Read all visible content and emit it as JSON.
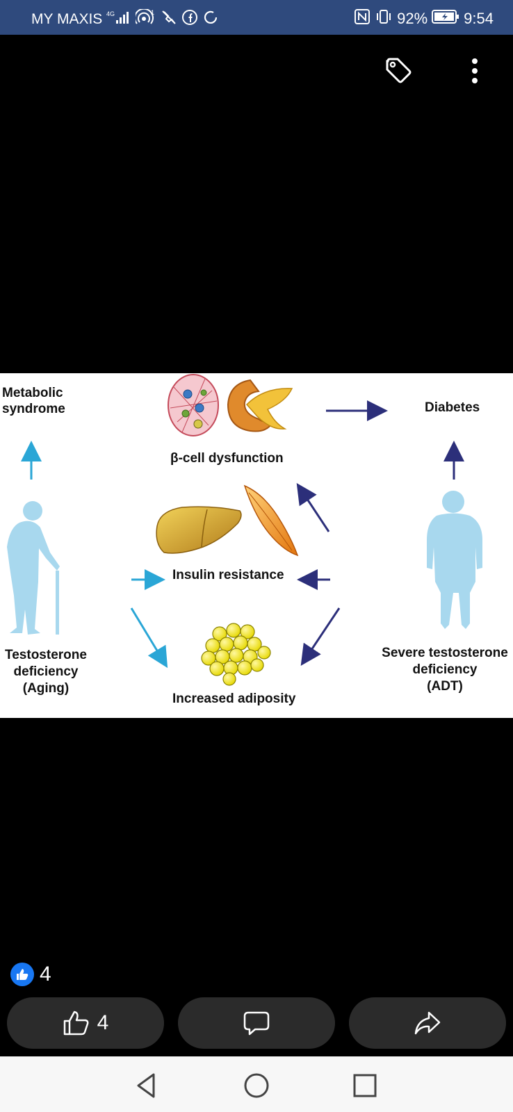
{
  "status_bar": {
    "carrier": "MY MAXIS",
    "network": "4G",
    "battery": "92%",
    "time": "9:54",
    "icons": [
      "signal-icon",
      "hotspot-icon",
      "mute-icon",
      "facebook-icon",
      "sync-icon",
      "nfc-icon",
      "vibrate-icon",
      "battery-icon"
    ]
  },
  "viewer": {
    "icons": [
      "tag-icon",
      "more-options-icon"
    ]
  },
  "diagram": {
    "labels": {
      "metabolic": [
        "Metabolic",
        "syndrome"
      ],
      "beta_cell": "β-cell dysfunction",
      "diabetes": "Diabetes",
      "insulin": "Insulin resistance",
      "adiposity": "Increased adiposity",
      "aging": [
        "Testosterone",
        "deficiency",
        "(Aging)"
      ],
      "adt": [
        "Severe testosterone",
        "deficiency",
        "(ADT)"
      ]
    },
    "colors": {
      "light_arrow": "#2aa6d6",
      "dark_arrow": "#2c2f7a",
      "silhouette": "#a8d8ee"
    }
  },
  "reactions": {
    "count": "4"
  },
  "actions": {
    "like_count": "4"
  }
}
